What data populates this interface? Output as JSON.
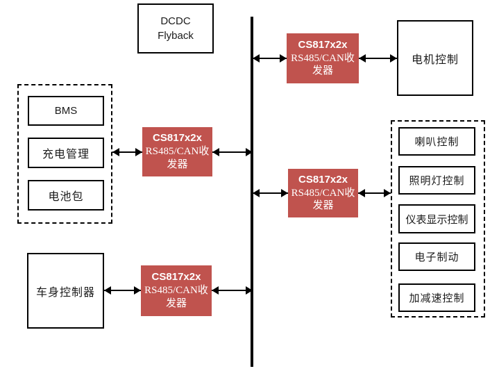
{
  "colors": {
    "transceiver_bg": "#c0534e",
    "transceiver_text": "#ffffff",
    "line_color": "#000000",
    "background": "#ffffff"
  },
  "dcdc": {
    "lines": [
      "DCDC",
      "Flyback"
    ]
  },
  "transceiver": {
    "title": "CS817x2x",
    "subtitle_lines": [
      "RS485/CAN收",
      "发器"
    ]
  },
  "battery_group": {
    "items": [
      "BMS",
      "充电管理",
      "电池包"
    ]
  },
  "body_controller": {
    "label": "车身控制器"
  },
  "motor_control": {
    "label": "电机控制"
  },
  "accessory_group": {
    "items": [
      "喇叭控制",
      "照明灯控制",
      "仪表显示控制",
      "电子制动",
      "加减速控制"
    ]
  },
  "connections": [
    {
      "from": "bus",
      "to": "transceiver-top"
    },
    {
      "from": "transceiver-top",
      "to": "motor-control"
    },
    {
      "from": "battery-group",
      "to": "transceiver-middle-left"
    },
    {
      "from": "transceiver-middle-left",
      "to": "bus"
    },
    {
      "from": "bus",
      "to": "transceiver-middle-right"
    },
    {
      "from": "transceiver-middle-right",
      "to": "accessory-group"
    },
    {
      "from": "body-controller",
      "to": "transceiver-bottom"
    },
    {
      "from": "transceiver-bottom",
      "to": "bus"
    }
  ]
}
